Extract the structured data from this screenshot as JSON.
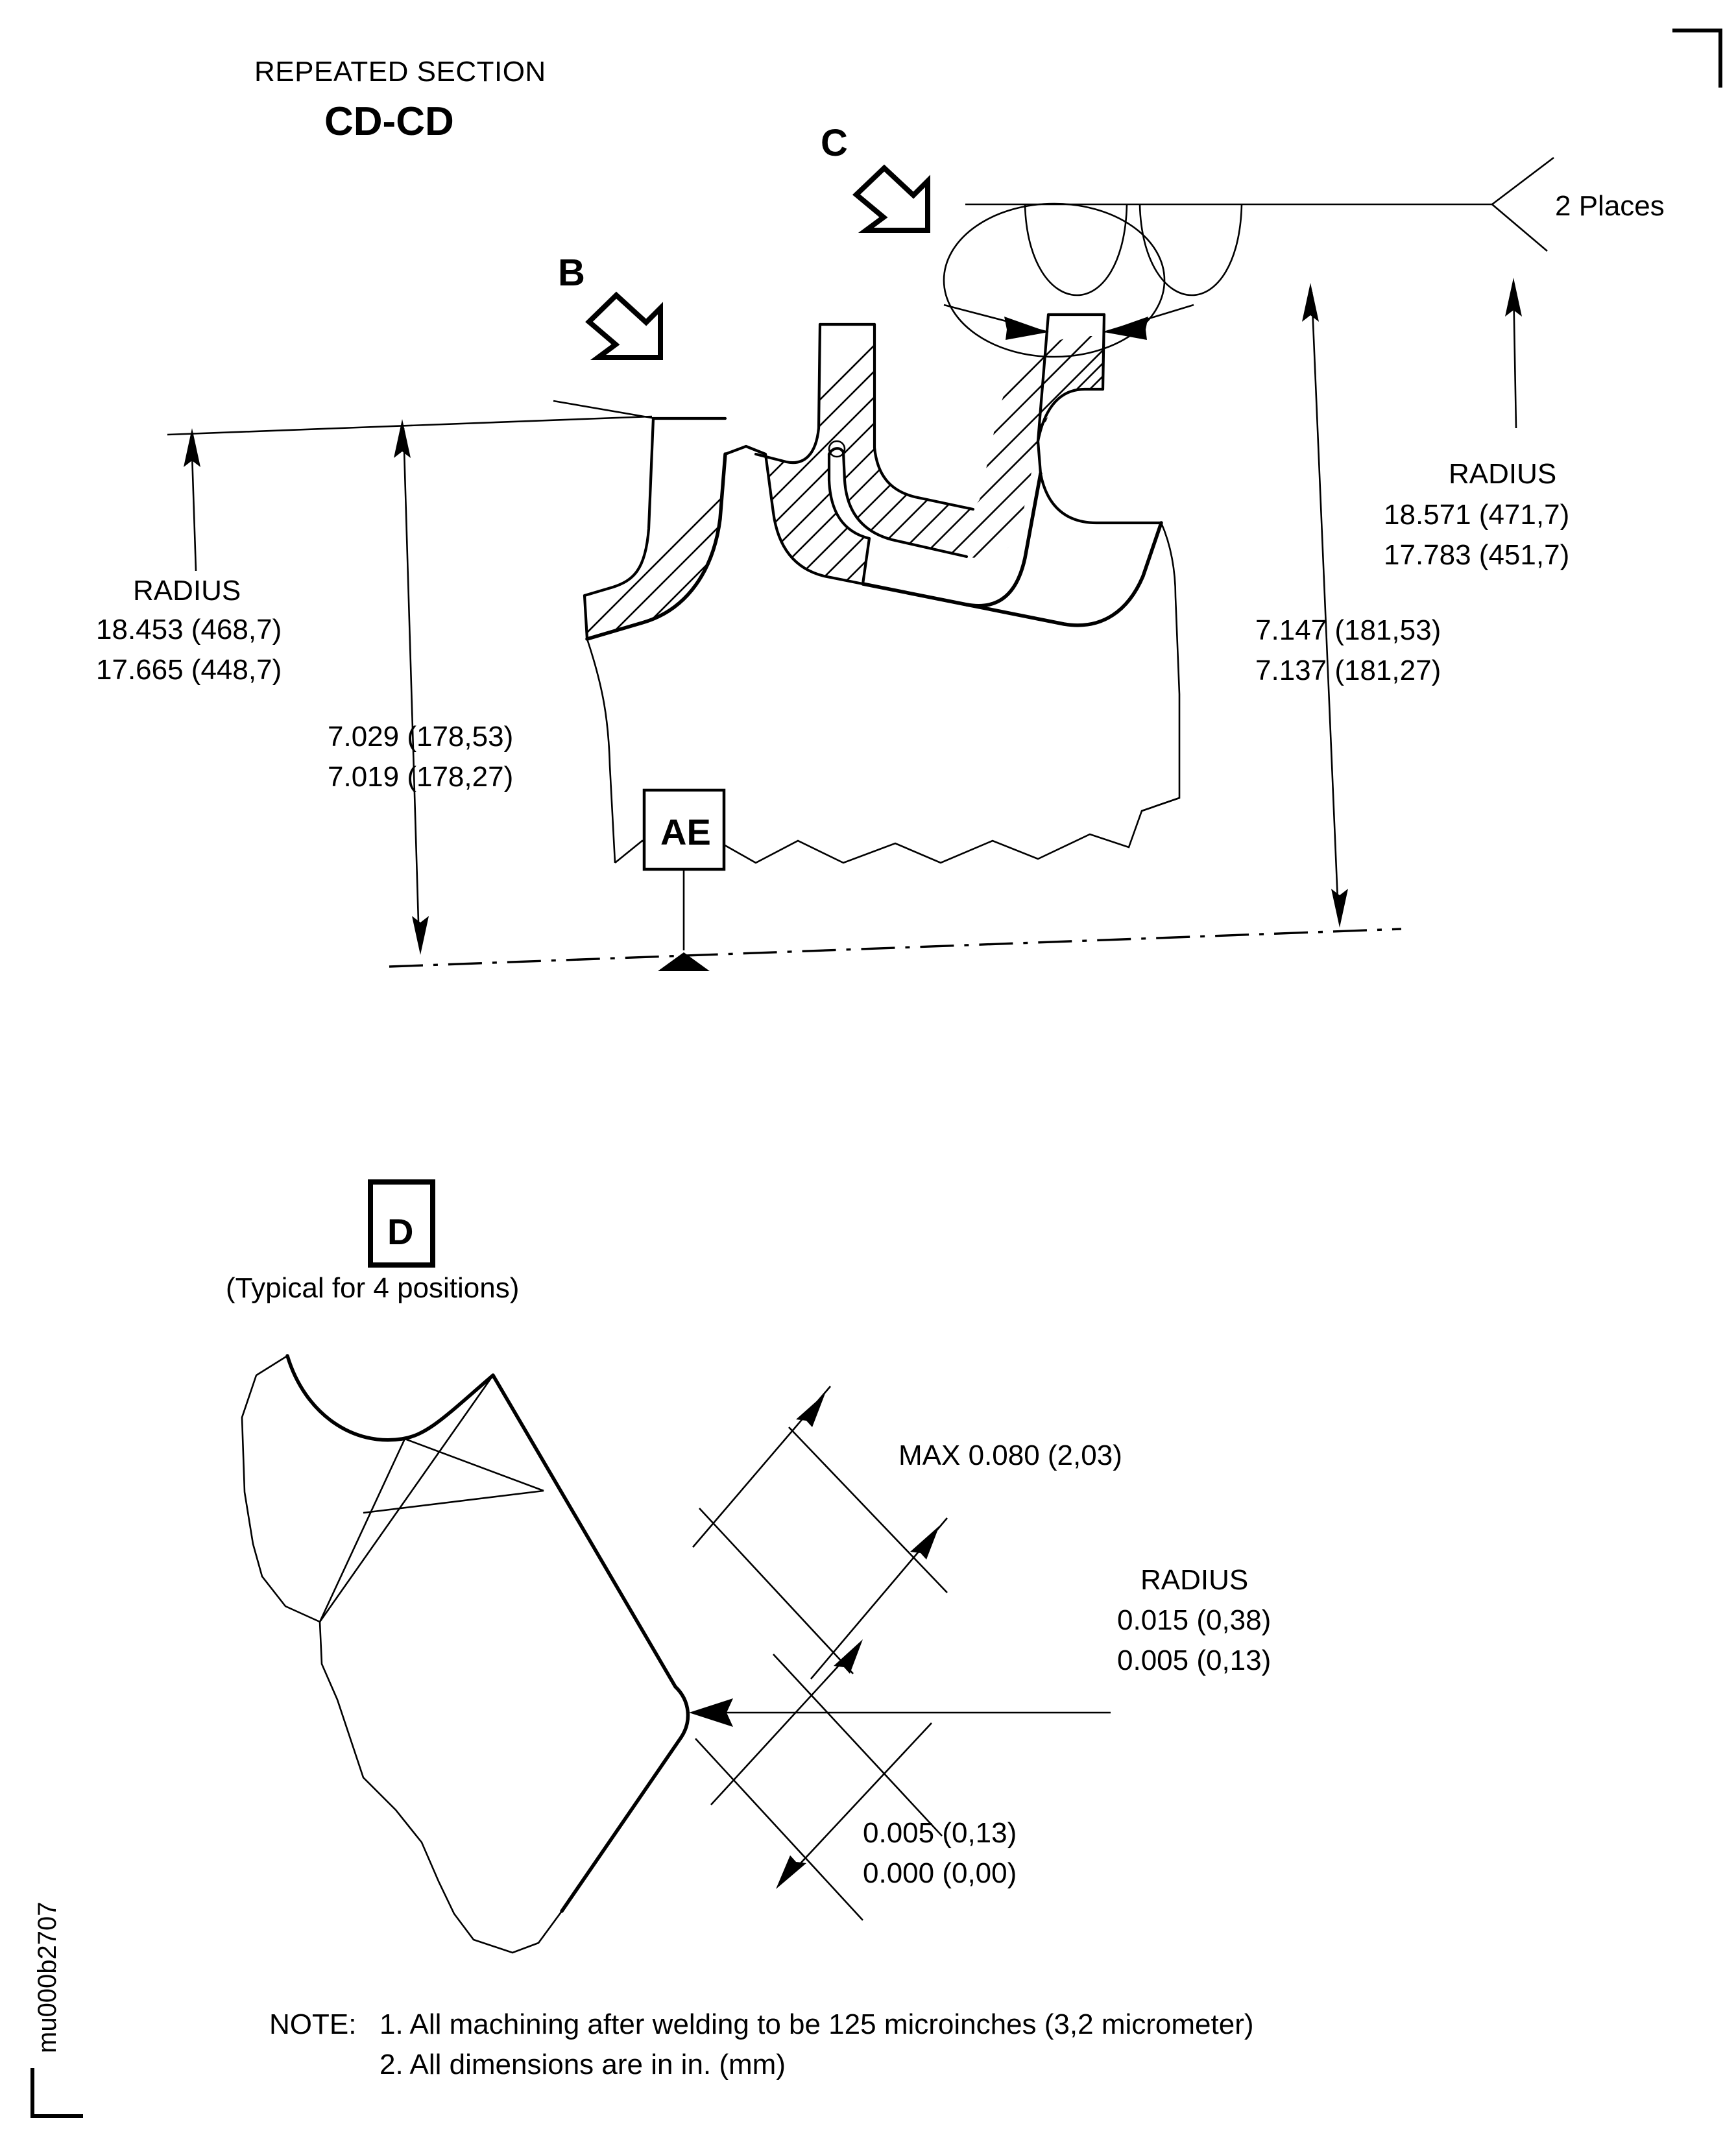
{
  "sheet": {
    "figure_id": "mu000b2707",
    "corner_mark": "crop-mark"
  },
  "header": {
    "line1": "REPEATED SECTION",
    "line2": "CD-CD"
  },
  "section_view": {
    "view_flags": [
      {
        "label": "B",
        "name": "view-flag-b"
      },
      {
        "label": "C",
        "name": "view-flag-c"
      }
    ],
    "callouts": {
      "two_places": "2 Places"
    },
    "datum": {
      "label": "AE"
    },
    "dimensions": {
      "left_radius": {
        "label": "RADIUS",
        "max": "18.453 (468,7)",
        "min": "17.665 (448,7)"
      },
      "left_linear": {
        "max": "7.029 (178,53)",
        "min": "7.019 (178,27)"
      },
      "right_radius": {
        "label": "RADIUS",
        "max": "18.571 (471,7)",
        "min": "17.783 (451,7)"
      },
      "right_linear": {
        "max": "7.147 (181,53)",
        "min": "7.137 (181,27)"
      }
    }
  },
  "detail_view": {
    "datum": {
      "label": "D"
    },
    "caption": "(Typical for 4 positions)",
    "dimensions": {
      "max_gap": "MAX 0.080 (2,03)",
      "radius": {
        "label": "RADIUS",
        "max": "0.015 (0,38)",
        "min": "0.005 (0,13)"
      },
      "offset": {
        "max": "0.005 (0,13)",
        "min": "0.000 (0,00)"
      }
    }
  },
  "notes": {
    "prefix": "NOTE:",
    "items": [
      "1. All machining after welding to be 125 microinches (3,2 micrometer)",
      "2. All dimensions are in in. (mm)"
    ]
  },
  "colors": {
    "ink": "#000000",
    "paper": "#ffffff"
  }
}
